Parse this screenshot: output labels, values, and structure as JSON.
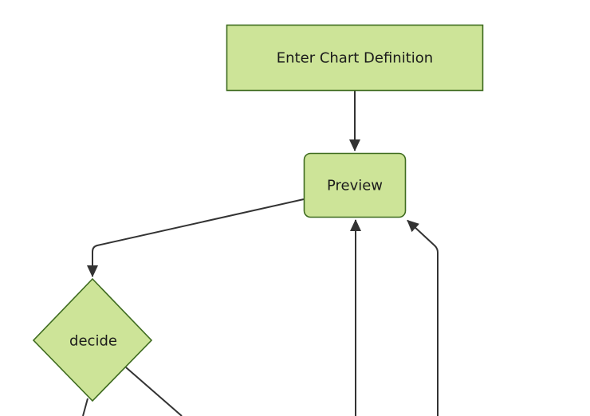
{
  "page": {
    "background": "#ffffff",
    "description": "Flowchart diagram (mermaid-style), partially cut off by the viewport at the bottom"
  },
  "colors": {
    "background": "#ffffff",
    "node_fill": "#cde498",
    "node_border": "#3e6b1f",
    "edge_line": "#333333",
    "arrowhead": "#333333",
    "label_text": "#1b1b1b"
  },
  "diagram": {
    "type": "flowchart",
    "direction": "top-down",
    "nodes": [
      {
        "id": "A",
        "label": "Enter Chart Definition",
        "shape": "rectangle"
      },
      {
        "id": "B",
        "label": "Preview",
        "shape": "rounded-rectangle"
      },
      {
        "id": "C",
        "label": "decide",
        "shape": "diamond"
      }
    ],
    "edges": [
      {
        "from": "A",
        "to": "B",
        "arrowhead": "filled-triangle"
      },
      {
        "from": "B",
        "to": "C",
        "arrowhead": "filled-triangle"
      },
      {
        "from": "C",
        "to": "offscreen-bottom",
        "arrowhead": "cut-off-by-viewport"
      },
      {
        "from": "C",
        "to": "offscreen-bottom-right",
        "arrowhead": "cut-off-by-viewport"
      },
      {
        "from": "offscreen-bottom",
        "to": "B",
        "arrowhead": "filled-triangle"
      },
      {
        "from": "offscreen-bottom-right",
        "to": "B",
        "arrowhead": "filled-triangle"
      }
    ]
  }
}
